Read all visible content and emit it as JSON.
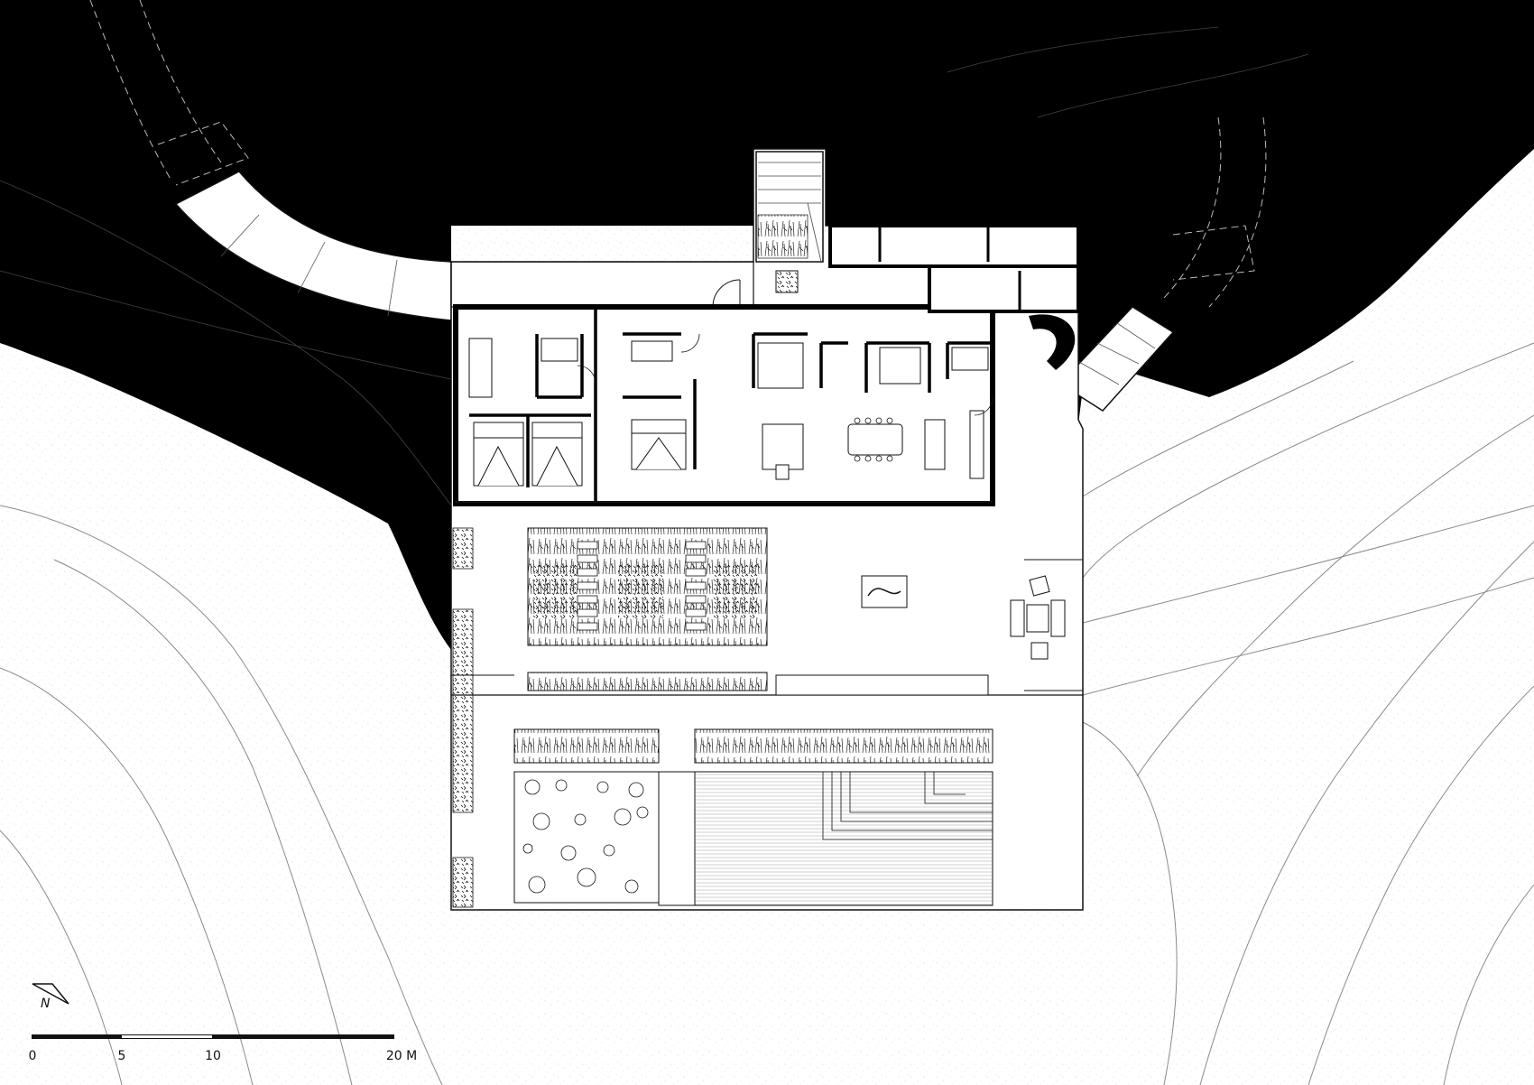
{
  "drawing": {
    "type": "architectural site plan",
    "north_arrow": {
      "label": "N"
    },
    "scale_bar": {
      "labels": [
        "0",
        "5",
        "10",
        "20 M"
      ],
      "values_m": [
        0,
        5,
        10,
        20
      ]
    },
    "colors": {
      "terrain_dark": "#000000",
      "paper": "#ffffff",
      "line": "#111111",
      "contour": "#8a8a8a"
    }
  }
}
